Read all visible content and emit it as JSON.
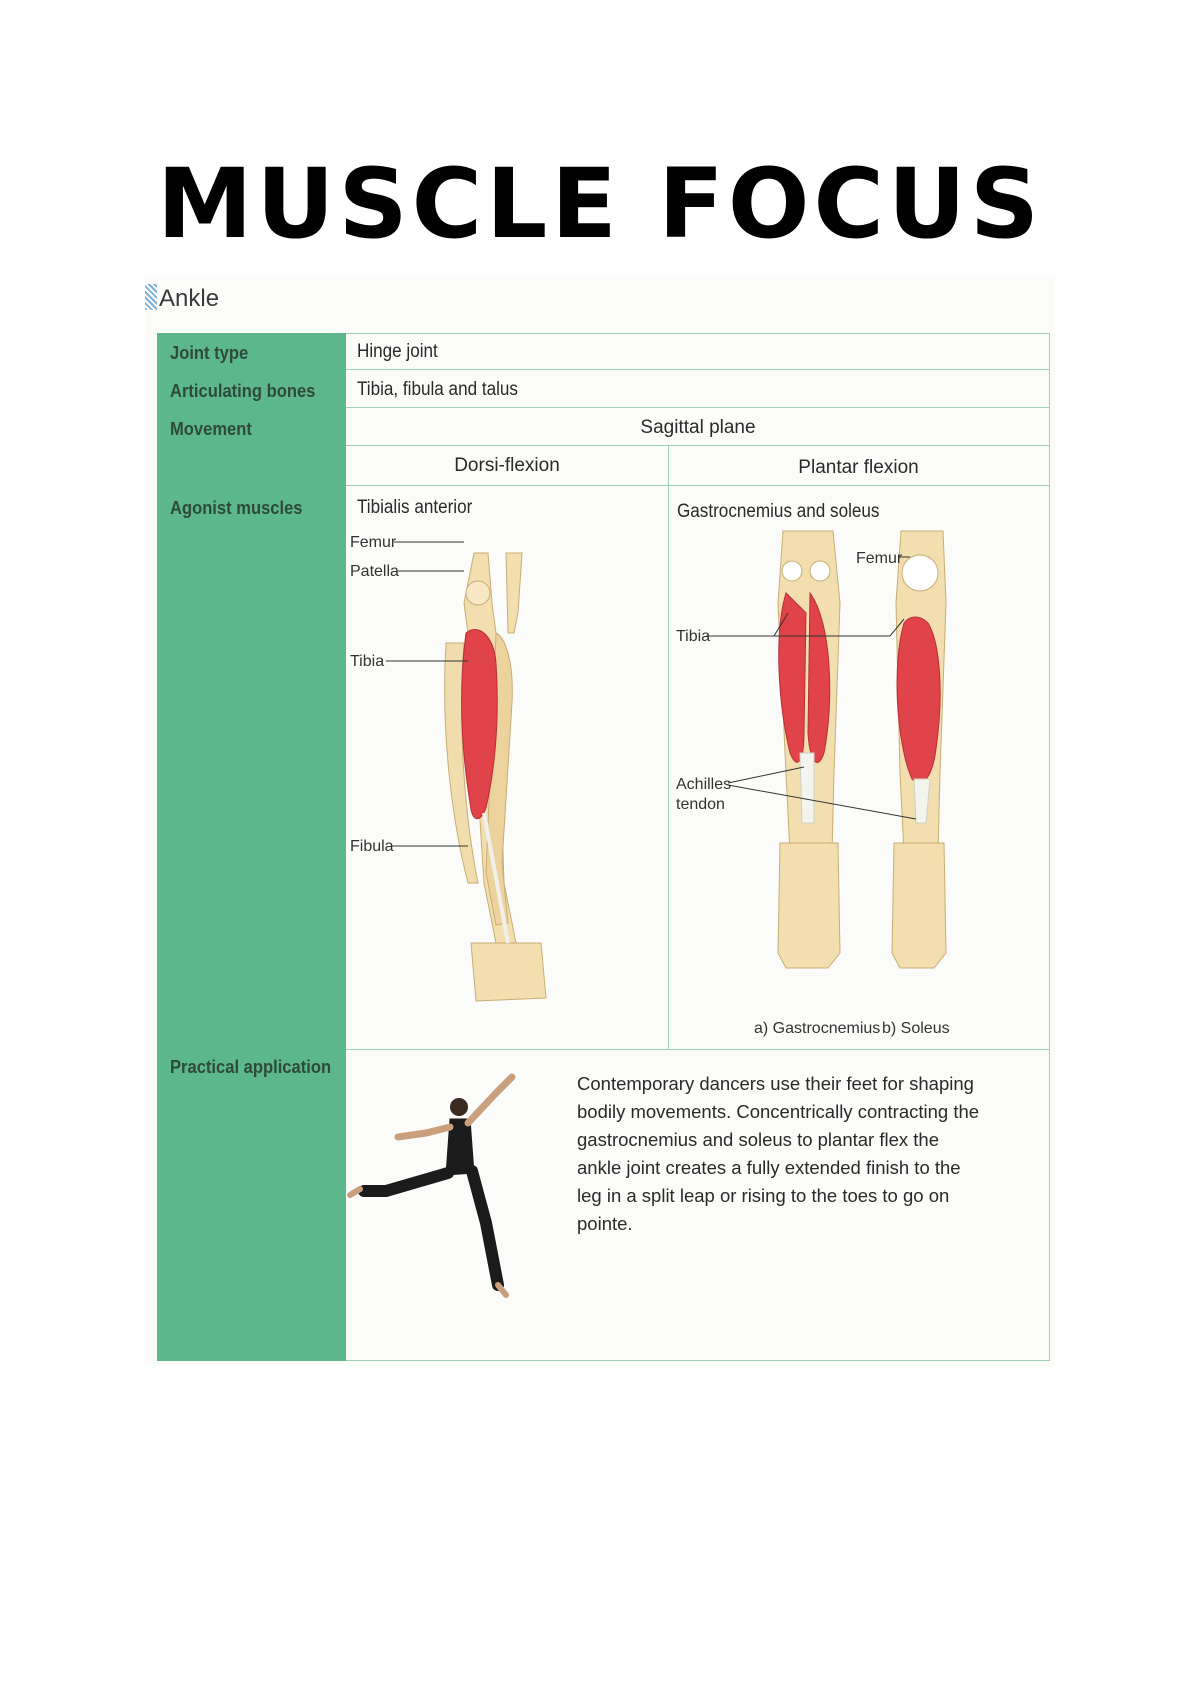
{
  "title": "MUSCLE FOCUS",
  "section": "Ankle",
  "rows": {
    "joint_type": {
      "label": "Joint type",
      "value": "Hinge joint"
    },
    "articulating_bones": {
      "label": "Articulating bones",
      "value": "Tibia, fibula and talus"
    },
    "movement": {
      "label": "Movement",
      "plane": "Sagittal plane",
      "dorsi": "Dorsi-flexion",
      "plantar": "Plantar flexion"
    },
    "agonist": {
      "label": "Agonist muscles",
      "dorsi_muscle": "Tibialis anterior",
      "plantar_muscle": "Gastrocnemius and soleus"
    },
    "practical": {
      "label": "Practical application",
      "text": "Contemporary dancers use their feet for shaping bodily movements. Concentrically contracting the gastrocnemius and soleus to plantar flex the ankle joint creates a fully extended finish to the leg in a split leap or rising to the toes to go on pointe."
    }
  },
  "figure_left": {
    "femur": "Femur",
    "patella": "Patella",
    "tibia": "Tibia",
    "fibula": "Fibula"
  },
  "figure_right": {
    "femur": "Femur",
    "tibia": "Tibia",
    "achilles_1": "Achilles",
    "achilles_2": "tendon",
    "caption_a": "a) Gastrocnemius",
    "caption_b": "b) Soleus"
  },
  "colors": {
    "sidebar": "#5cb88a",
    "muscle": "#e0434a",
    "bone": "#f3deb0",
    "rule": "#9fd0b8"
  }
}
